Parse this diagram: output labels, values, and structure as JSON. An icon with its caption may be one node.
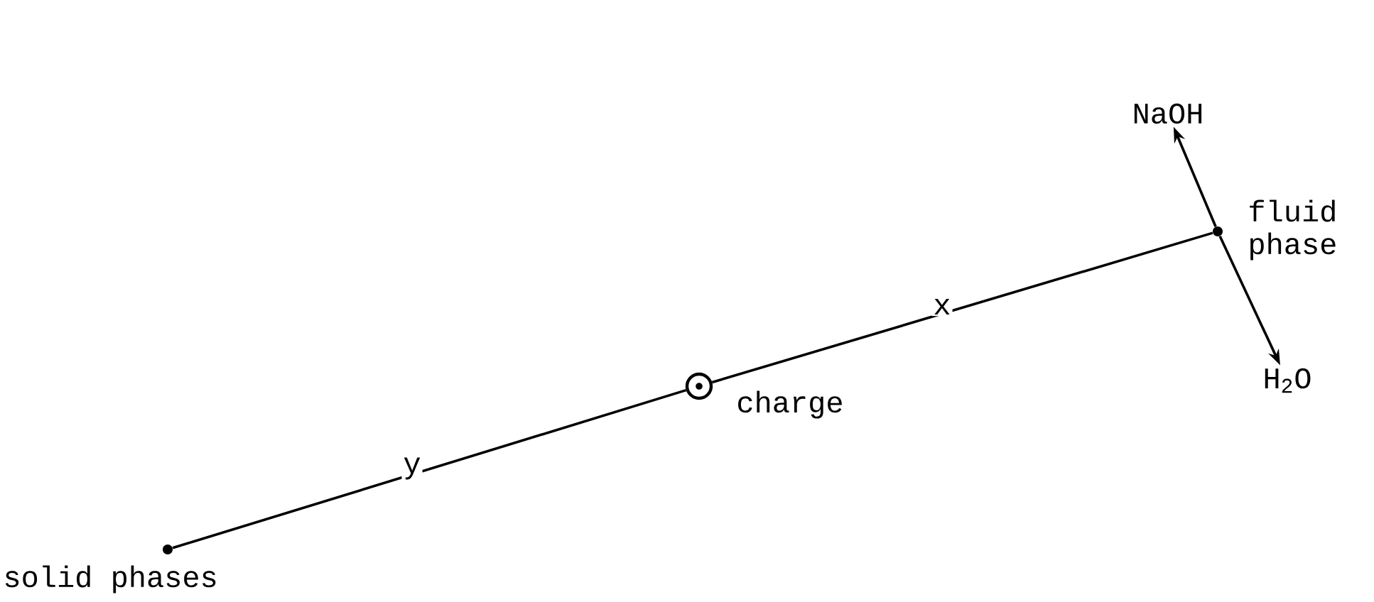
{
  "diagram": {
    "nodes": [
      {
        "text": [],
        "shape": "circle",
        "beside": [
          "solid phases"
        ]
      },
      {
        "text": [],
        "shape": "circle",
        "beside": [
          "charge"
        ]
      },
      {
        "text": [],
        "shape": "circle",
        "beside": [
          "fluid phase"
        ]
      },
      {
        "text": [
          "NaOH"
        ]
      },
      {
        "text": [
          "H$_{2}$O"
        ]
      }
    ],
    "edges": [
      {
        "from": 0,
        "to": 1,
        "arrow": "none",
        "label": "y"
      },
      {
        "from": 1,
        "to": 2,
        "arrow": "none",
        "label": "x"
      },
      {
        "from": 2,
        "to": 3,
        "arrow": "to"
      },
      {
        "from": 2,
        "to": 4,
        "arrow": "to"
      }
    ]
  }
}
